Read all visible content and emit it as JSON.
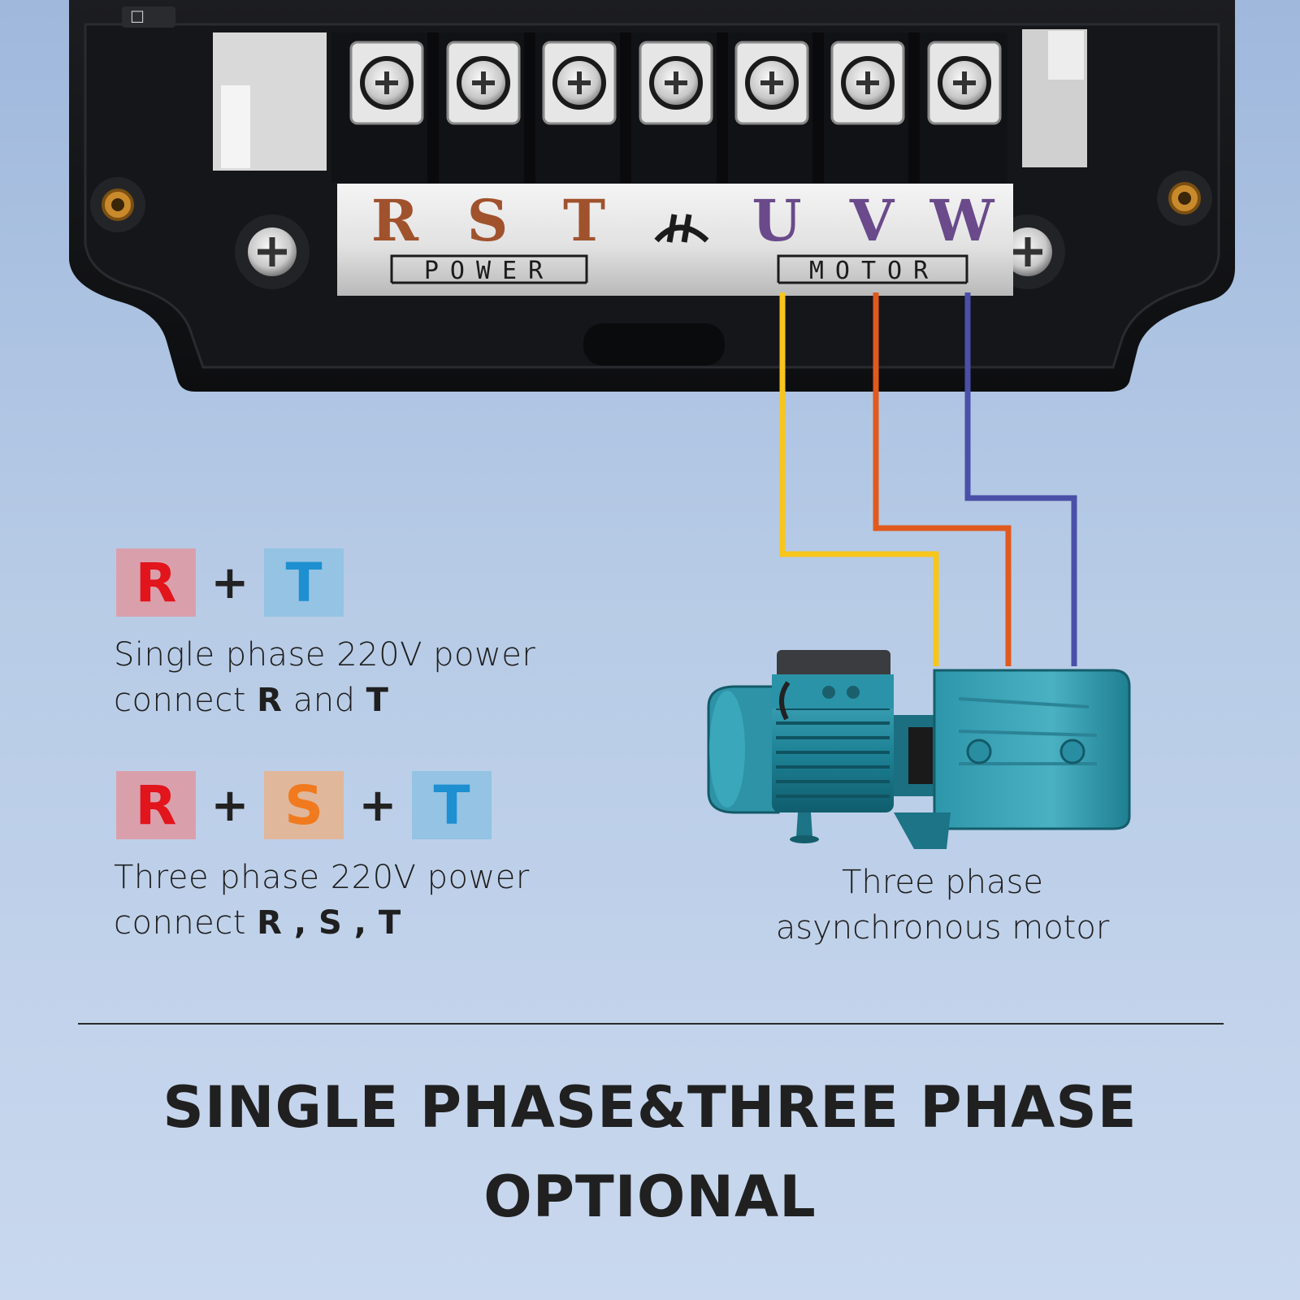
{
  "terminals": {
    "labels": [
      "R",
      "S",
      "T",
      "U",
      "V",
      "W"
    ],
    "power_label": "POWER",
    "motor_label": "MOTOR",
    "ground_symbol": "ground-icon"
  },
  "single_phase": {
    "badges": [
      {
        "letter": "R",
        "bg": "#d9a0ac",
        "fg": "#e2141c"
      },
      {
        "letter": "T",
        "bg": "#94c3e3",
        "fg": "#1e8fd0"
      }
    ],
    "plus": "+",
    "line1": "Single phase 220V power",
    "line2_prefix": "connect ",
    "line2_b1": "R",
    "line2_mid": " and ",
    "line2_b2": "T"
  },
  "three_phase": {
    "badges": [
      {
        "letter": "R",
        "bg": "#d9a0ac",
        "fg": "#e2141c"
      },
      {
        "letter": "S",
        "bg": "#e0b79a",
        "fg": "#f07a1d"
      },
      {
        "letter": "T",
        "bg": "#94c3e3",
        "fg": "#1e8fd0"
      }
    ],
    "plus": "+",
    "line1": "Three phase 220V power",
    "line2_prefix": "connect ",
    "line2_bold": "R , S , T"
  },
  "motor": {
    "caption_line1": "Three phase",
    "caption_line2": "asynchronous motor"
  },
  "wire_colors": {
    "u": "#f7c51b",
    "v": "#e05a1d",
    "w": "#4a4fa8"
  },
  "headline": {
    "line1": "SINGLE PHASE&THREE PHASE",
    "line2": "OPTIONAL"
  }
}
